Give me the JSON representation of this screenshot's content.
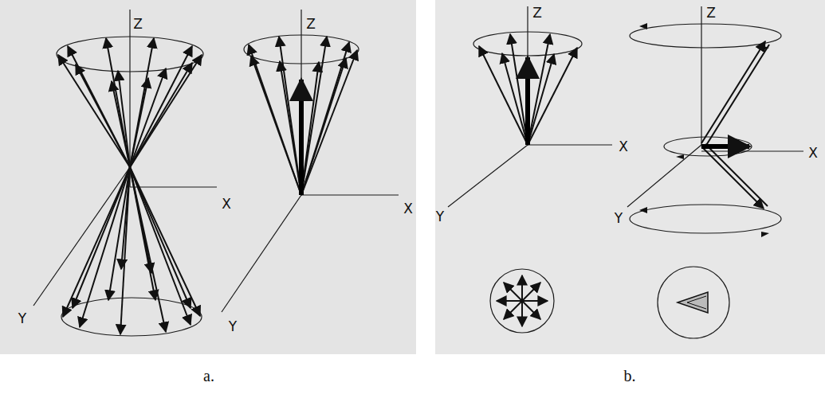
{
  "diagram": {
    "labels": [
      "Z",
      "X",
      "Y",
      "Z",
      "X",
      "Y",
      "Z",
      "X",
      "Y",
      "Z",
      "X",
      "Y",
      "a.",
      "b."
    ]
  }
}
